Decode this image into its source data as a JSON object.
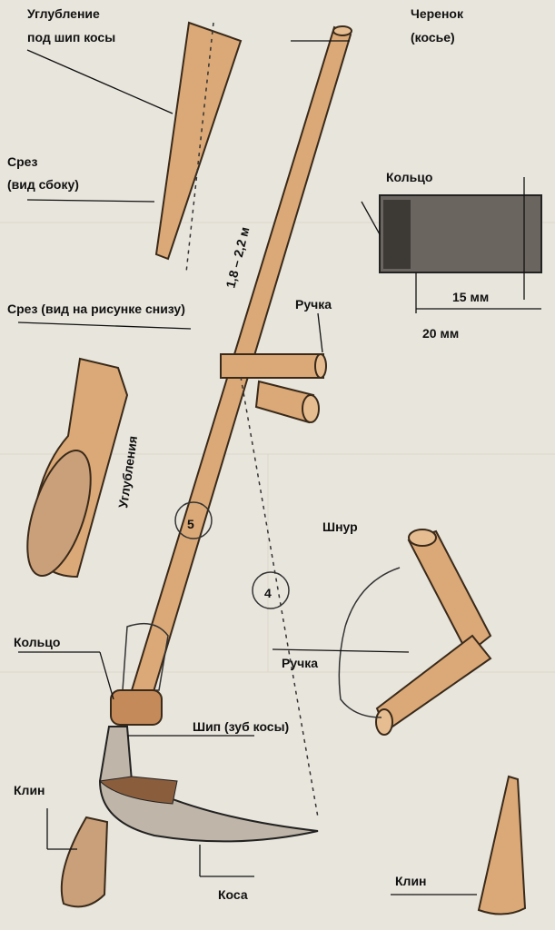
{
  "title": "Коса: устройство",
  "labels": {
    "notch": "Углубление",
    "notch2": "под шип косы",
    "shaft": "Черенок",
    "shaft2": "(косье)",
    "cut_side": "Срез",
    "cut_side2": "(вид сбоку)",
    "ring_top": "Кольцо",
    "dim_15": "15 мм",
    "dim_20": "20 мм",
    "length": "1,8 – 2,2 м",
    "cut_bottom": "Срез (вид на рисунке снизу)",
    "handle_top": "Ручка",
    "notches": "Углубления",
    "cord": "Шнур",
    "handle_mid": "Ручка",
    "ring_bottom": "Кольцо",
    "tang": "Шип (зуб косы)",
    "wedge_left": "Клин",
    "blade": "Коса",
    "wedge_right": "Клин",
    "mark_5": "5",
    "mark_4": "4"
  },
  "colors": {
    "wood": "#dba977",
    "paper": "#e8e5dc",
    "ring": "#5a5550"
  }
}
